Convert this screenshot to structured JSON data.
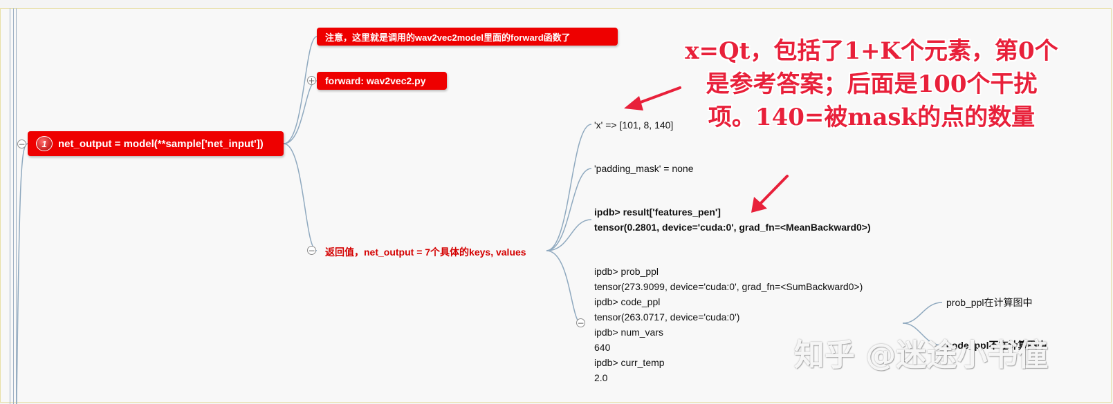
{
  "root": {
    "badge": "1",
    "label": "net_output = model(**sample['net_input'])"
  },
  "notes": {
    "note1": "注意，这里就是调用的wav2vec2model里面的forward函数了",
    "note2": "forward: wav2vec2.py"
  },
  "returns_label": "返回值，net_output = 7个具体的keys, values",
  "leaves": {
    "x": "'x' => [101, 8, 140]",
    "padding_mask": "'padding_mask' = none",
    "features_pen": [
      "ipdb> result['features_pen']",
      "tensor(0.2801, device='cuda:0', grad_fn=<MeanBackward0>)"
    ],
    "ppl_group": [
      "ipdb> prob_ppl",
      "tensor(273.9099, device='cuda:0', grad_fn=<SumBackward0>)",
      "ipdb> code_ppl",
      "tensor(263.0717, device='cuda:0')",
      "ipdb> num_vars",
      "640",
      "ipdb> curr_temp",
      "2.0"
    ],
    "prob_ppl_note": "prob_ppl在计算图中",
    "code_ppl_note": "code_ppl不在计算图中"
  },
  "annotation": [
    "x=Qt，包括了1+K个元素，第0个",
    "是参考答案；后面是100个干扰",
    "项。140=被mask的点的数量"
  ],
  "watermark": "知乎 @迷途小书僮",
  "colors": {
    "node_red": "#ee0000",
    "annot_red": "#e8203a",
    "link": "#8fa9bf"
  }
}
